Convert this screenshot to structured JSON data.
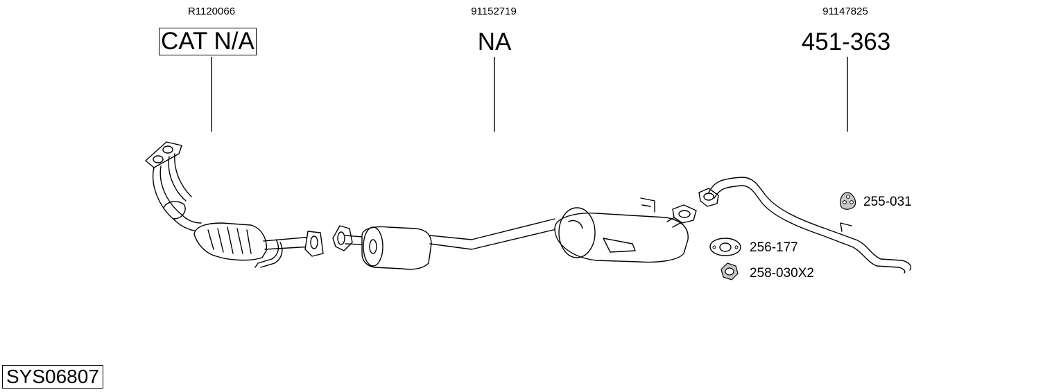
{
  "parts": [
    {
      "oem": "R1120066",
      "label": "CAT N/A",
      "boxed": true
    },
    {
      "oem": "91152719",
      "label": "NA",
      "boxed": false
    },
    {
      "oem": "91147825",
      "label": "451-363",
      "boxed": false
    }
  ],
  "accessories": [
    {
      "label": "255-031",
      "icon": "mounting-rubber-icon"
    },
    {
      "label": "256-177",
      "icon": "gasket-icon"
    },
    {
      "label": "258-030X2",
      "icon": "hex-nut-icon"
    }
  ],
  "system_id": "SYS06807"
}
